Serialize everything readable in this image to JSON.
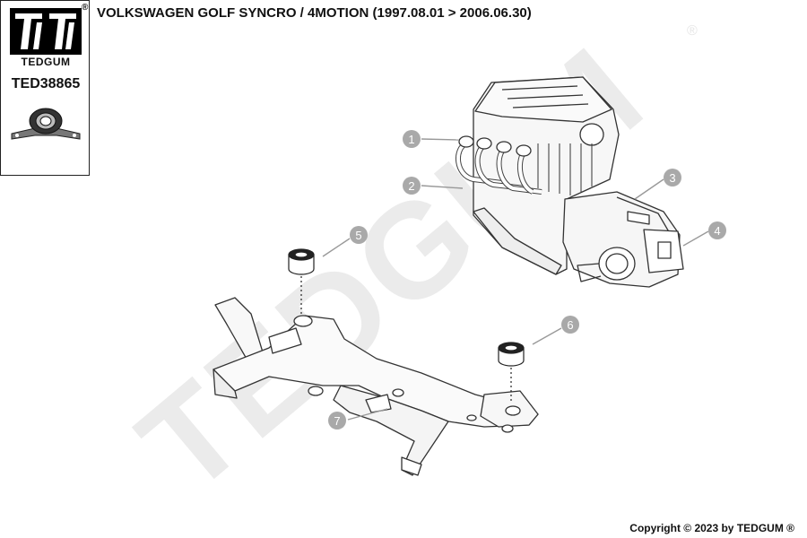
{
  "header": {
    "title": "VOLKSWAGEN GOLF SYNCRO / 4MOTION  (1997.08.01 > 2006.06.30)"
  },
  "brand": {
    "name": "TEDGUM",
    "registered_mark": "®",
    "part_number": "TED38865",
    "logo_color": "#000000",
    "watermark_text": "TEDGUM",
    "watermark_color": "#e9e9e9"
  },
  "callouts": [
    "1",
    "2",
    "3",
    "4",
    "5",
    "6",
    "7"
  ],
  "callout_color": "#a9a9a9",
  "footer": {
    "copyright": "Copyright © 2023 by TEDGUM ®"
  }
}
